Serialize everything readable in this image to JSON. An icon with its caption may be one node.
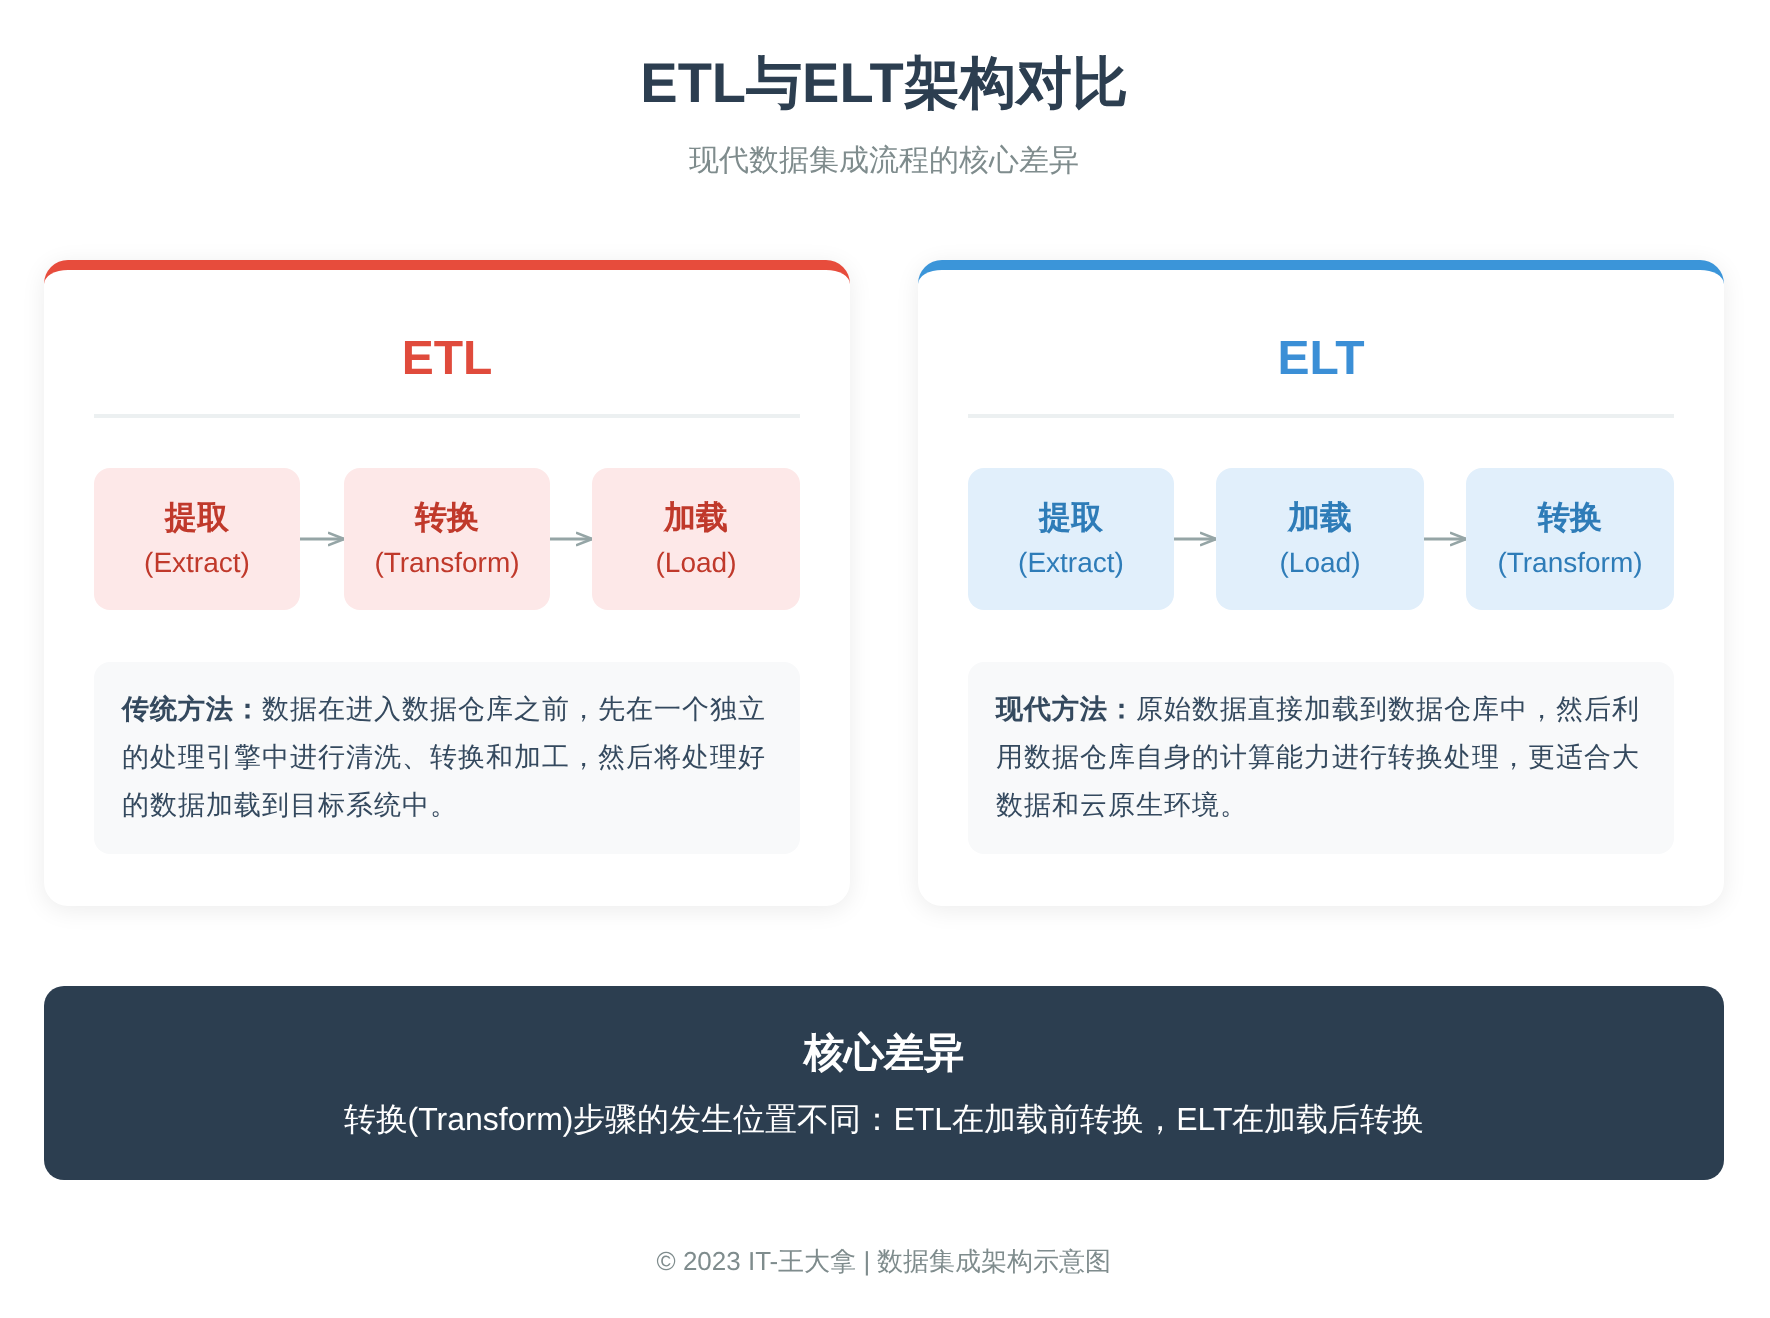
{
  "diagram": {
    "title": "ETL与ELT架构对比",
    "nodes": [
      {
        "text": [
          "ETL"
        ]
      },
      {
        "text": [
          "提取",
          "(Extract)"
        ],
        "in": 0
      },
      {
        "text": [
          "转换",
          "(Transform)"
        ],
        "in": 0
      },
      {
        "text": [
          "加载",
          "(Load)"
        ],
        "in": 0
      },
      {
        "text": [
          "**传统方法：**数据在进入数据仓库之前，先在一个独立的处理引擎中进行清洗、转换和加工，然后将处理好的数据加载到目标系统中。"
        ],
        "in": 0
      },
      {
        "text": [
          "ELT"
        ]
      },
      {
        "text": [
          "提取",
          "(Extract)"
        ],
        "in": 5
      },
      {
        "text": [
          "加载",
          "(Load)"
        ],
        "in": 5
      },
      {
        "text": [
          "转换",
          "(Transform)"
        ],
        "in": 5
      },
      {
        "text": [
          "**现代方法：**原始数据直接加载到数据仓库中，然后利用数据仓库自身的计算能力进行转换处理，更适合大数据和云原生环境。"
        ],
        "in": 5
      },
      {
        "text": [
          "核心差异",
          "转换(Transform)步骤的发生位置不同：ETL在加载前转换，ELT在加载后转换"
        ]
      }
    ],
    "edges": [
      {
        "from": 1,
        "to": 2,
        "arrow": "to"
      },
      {
        "from": 2,
        "to": 3,
        "arrow": "to"
      },
      {
        "from": 6,
        "to": 7,
        "arrow": "to"
      },
      {
        "from": 7,
        "to": 8,
        "arrow": "to"
      }
    ],
    "labels": [
      "现代数据集成流程的核心差异",
      "© 2023 IT-王大拿 | 数据集成架构示意图"
    ]
  }
}
